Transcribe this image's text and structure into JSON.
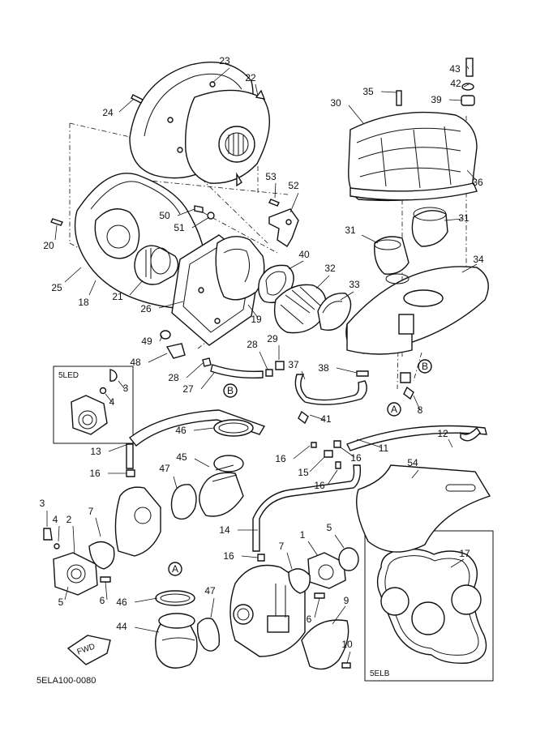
{
  "diagram": {
    "code": "5ELA100-0080",
    "insets": {
      "left": "5LED",
      "right": "5ELB"
    },
    "reference_marks": [
      "A",
      "B"
    ],
    "direction_label": "FWD",
    "callouts": [
      "1",
      "2",
      "3",
      "4",
      "5",
      "6",
      "7",
      "8",
      "9",
      "10",
      "11",
      "12",
      "13",
      "14",
      "15",
      "16",
      "17",
      "18",
      "19",
      "20",
      "21",
      "22",
      "23",
      "24",
      "25",
      "26",
      "27",
      "28",
      "29",
      "30",
      "31",
      "32",
      "33",
      "34",
      "35",
      "36",
      "37",
      "38",
      "39",
      "40",
      "41",
      "42",
      "43",
      "44",
      "45",
      "46",
      "47",
      "48",
      "49",
      "50",
      "51",
      "52",
      "53",
      "54"
    ]
  }
}
